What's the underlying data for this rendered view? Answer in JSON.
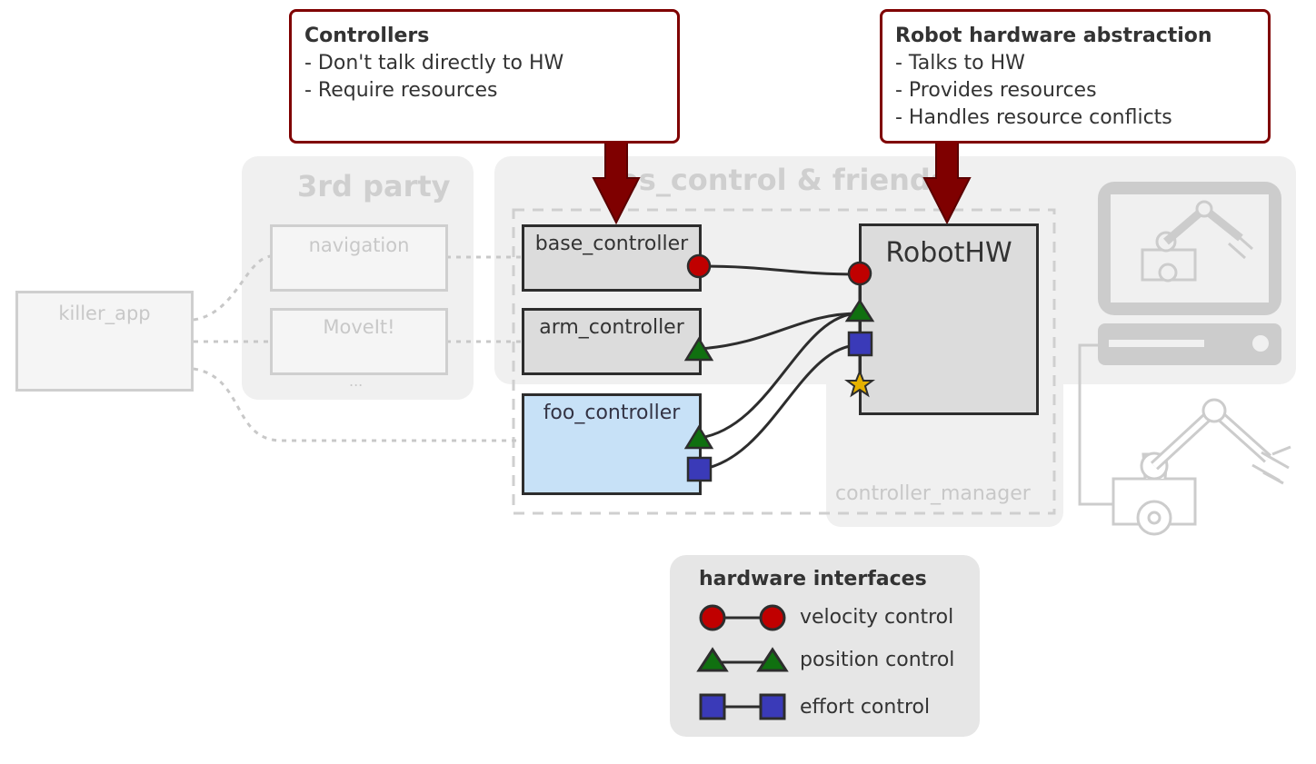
{
  "callouts": {
    "controllers": {
      "title": "Controllers",
      "lines": [
        "- Don't talk directly to HW",
        "- Require resources"
      ]
    },
    "robot_hw": {
      "title": "Robot hardware abstraction",
      "lines": [
        "- Talks to HW",
        "- Provides resources",
        "- Handles resource conflicts"
      ]
    }
  },
  "groups": {
    "third_party": "3rd party",
    "ros_control": "ros_control & friends",
    "controller_manager": "controller_manager"
  },
  "third_party_items": [
    "navigation",
    "MoveIt!",
    "..."
  ],
  "app": "killer_app",
  "controllers": {
    "base": "base_controller",
    "arm": "arm_controller",
    "foo": "foo_controller"
  },
  "robot_hw": "RobotHW",
  "legend": {
    "title": "hardware interfaces",
    "items": [
      {
        "label": "velocity control",
        "shape": "circle",
        "color": "#c00000"
      },
      {
        "label": "position control",
        "shape": "triangle",
        "color": "#107010"
      },
      {
        "label": "effort control",
        "shape": "square",
        "color": "#3a3ab8"
      }
    ]
  },
  "colors": {
    "callout_border": "#7f0000",
    "arrow": "#7f0000",
    "foo_fill": "#c7e1f7",
    "star": "#e5b100"
  },
  "icons": [
    "computer-icon",
    "robot-arm-icon"
  ]
}
